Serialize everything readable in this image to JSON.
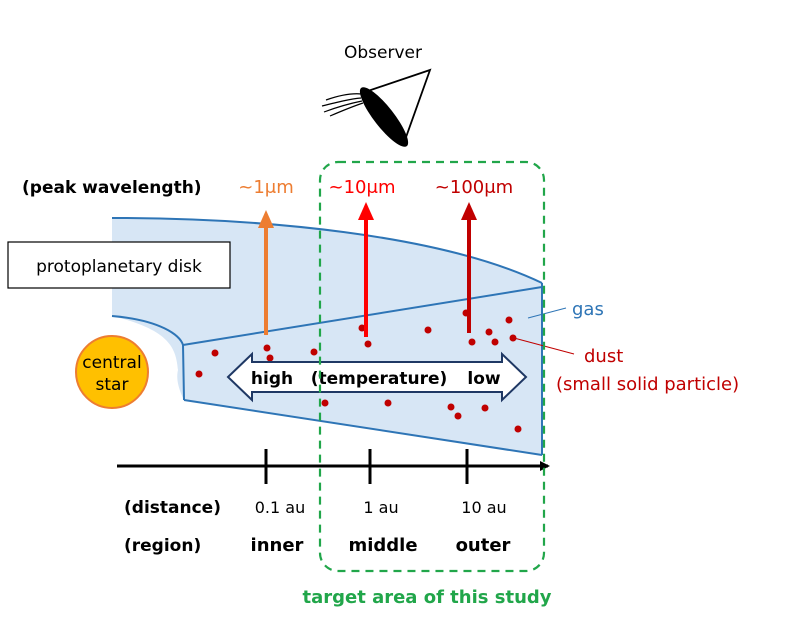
{
  "observer": {
    "label": "Observer"
  },
  "wavelength": {
    "header": "(peak wavelength)",
    "inner": "~1μm",
    "middle": "~10μm",
    "outer": "~100μm"
  },
  "disk": {
    "label": "protoplanetary disk"
  },
  "star": {
    "line1": "central",
    "line2": "star"
  },
  "temperature": {
    "high": "high",
    "label": "(temperature)",
    "low": "low"
  },
  "gas": {
    "label": "gas"
  },
  "dust": {
    "line1": "dust",
    "line2": "(small solid particle)"
  },
  "axis": {
    "distance_header": "(distance)",
    "region_header": "(region)",
    "ticks": [
      {
        "distance": "0.1 au",
        "region": "inner"
      },
      {
        "distance": "1 au",
        "region": "middle"
      },
      {
        "distance": "10 au",
        "region": "outer"
      }
    ]
  },
  "target": {
    "label": "target area of this study"
  },
  "colors": {
    "disk_fill": "#d7e6f5",
    "disk_line": "#2e75b6",
    "inner_arrow": "#ed7d31",
    "middle_arrow": "#ff0000",
    "outer_arrow": "#c00000",
    "dust": "#c00000",
    "target_box": "#21a64a",
    "star_fill": "#ffc000",
    "star_line": "#ed7d31",
    "temp_arrow_line": "#1f3864"
  }
}
